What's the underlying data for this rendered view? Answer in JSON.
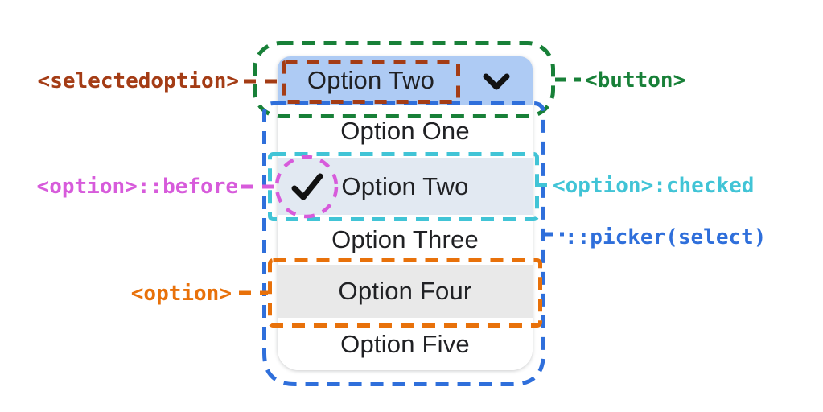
{
  "colors": {
    "canvas_bg": "#ffffff",
    "button_bg": "#AECBF4",
    "checked_row_bg": "#E2E9F2",
    "hover_row_bg": "#E9E9E9",
    "option_text": "#202124",
    "checkmark": "#111111",
    "selectedoption_accent": "#A43C15",
    "button_accent": "#188038",
    "option_before_accent": "#D75BDB",
    "option_checked_accent": "#41C4D6",
    "picker_accent": "#2F6FDB",
    "option_accent": "#E8710A"
  },
  "select": {
    "button": {
      "selected_label": "Option Two",
      "chevron_icon": "chevron-down"
    },
    "options": [
      {
        "label": "Option One",
        "checked": false
      },
      {
        "label": "Option Two",
        "checked": true,
        "checkmark_icon": "checkmark"
      },
      {
        "label": "Option Three",
        "checked": false
      },
      {
        "label": "Option Four",
        "checked": false
      },
      {
        "label": "Option Five",
        "checked": false
      }
    ]
  },
  "annotations": {
    "selectedoption": {
      "label": "<selectedoption>"
    },
    "button": {
      "label": "<button>"
    },
    "option_before": {
      "label": "<option>::before"
    },
    "option_checked": {
      "label": "<option>:checked"
    },
    "picker": {
      "label": "::picker(select)"
    },
    "option": {
      "label": "<option>"
    }
  }
}
